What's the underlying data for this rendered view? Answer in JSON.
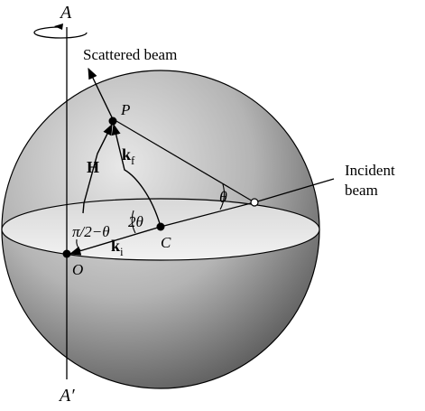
{
  "diagram": {
    "axis_top_label": "A",
    "axis_bottom_label": "A′",
    "scattered_beam_label": "Scattered beam",
    "incident_beam_label_line1": "Incident",
    "incident_beam_label_line2": "beam",
    "point_p_label": "P",
    "point_o_label": "O",
    "point_c_label": "C",
    "vector_h_label": "H",
    "vector_kf_main": "k",
    "vector_kf_sub": "f",
    "vector_ki_main": "k",
    "vector_ki_sub": "i",
    "angle_theta_label": "θ",
    "angle_2theta_label": "2θ",
    "angle_half_pi_minus_theta_label": "π/2−θ",
    "colors": {
      "sphere_light": "#d6d6d6",
      "sphere_dark": "#5a5a5a",
      "equator_fill": "#e4e4e4",
      "ink": "#000000"
    }
  }
}
